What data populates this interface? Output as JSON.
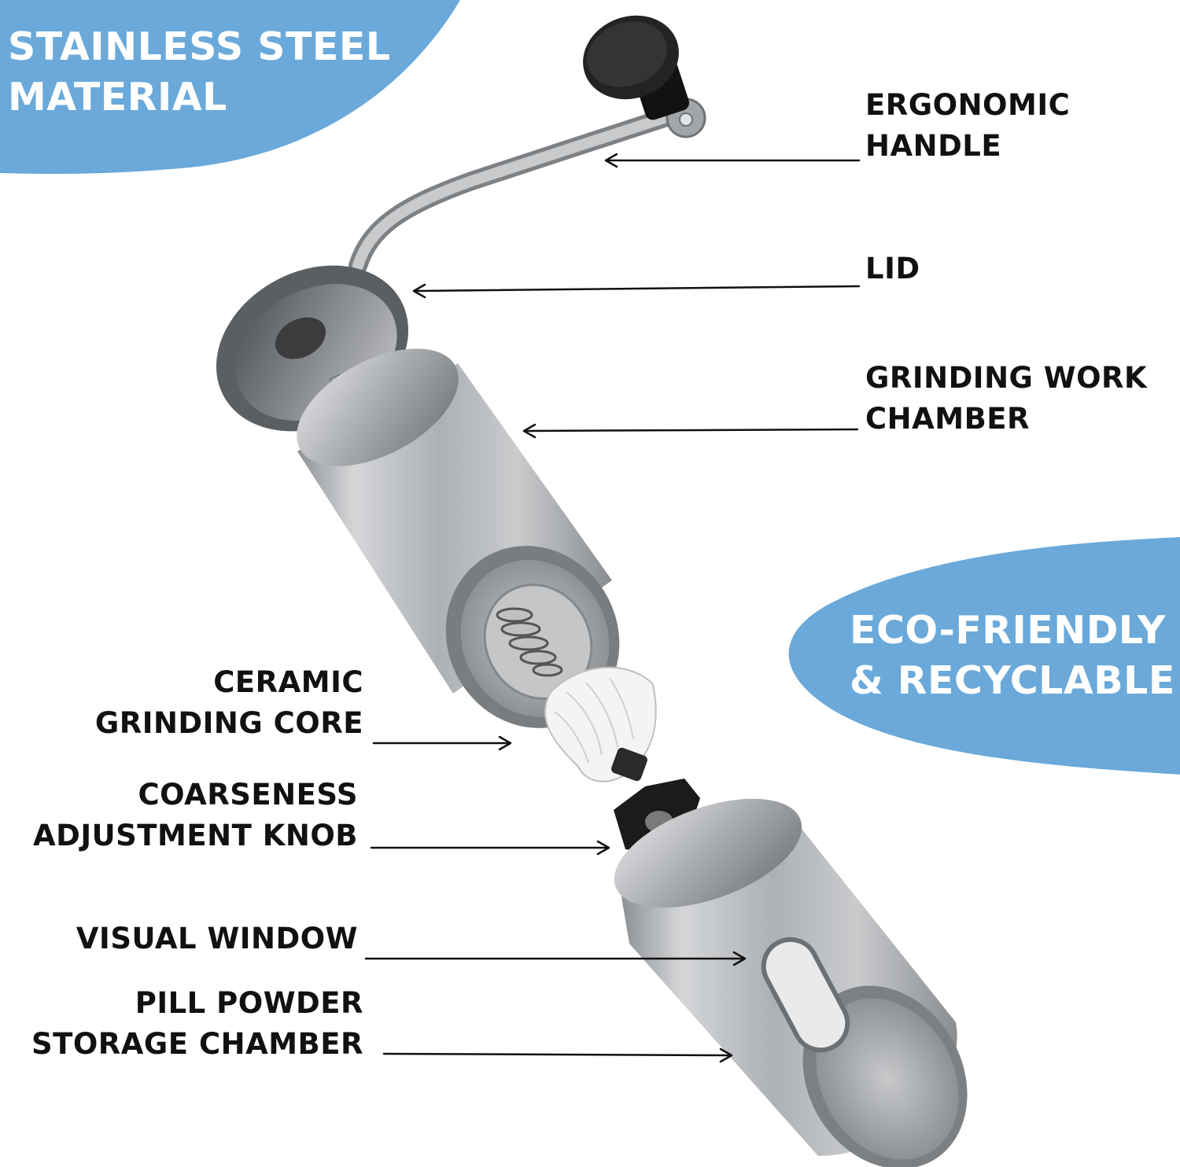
{
  "colors": {
    "badge_blue": "#6aa9da",
    "text": "#111111",
    "steel": "#b9bcbf",
    "knob": "#1b1b1b",
    "ceramic": "#f3f3f3"
  },
  "badges": {
    "top_left": [
      "STAINLESS STEEL",
      "MATERIAL"
    ],
    "right": [
      "ECO-FRIENDLY",
      "& RECYCLABLE"
    ]
  },
  "labels": {
    "ergonomic_handle": [
      "ERGONOMIC",
      "HANDLE"
    ],
    "lid": [
      "LID"
    ],
    "grinding_work_chamber": [
      "GRINDING WORK",
      "CHAMBER"
    ],
    "ceramic_grinding_core": [
      "CERAMIC",
      "GRINDING CORE"
    ],
    "coarseness_adjustment_knob": [
      "COARSENESS",
      "ADJUSTMENT KNOB"
    ],
    "visual_window": [
      "VISUAL WINDOW"
    ],
    "pill_powder_storage_chamber": [
      "PILL POWDER",
      "STORAGE CHAMBER"
    ]
  }
}
